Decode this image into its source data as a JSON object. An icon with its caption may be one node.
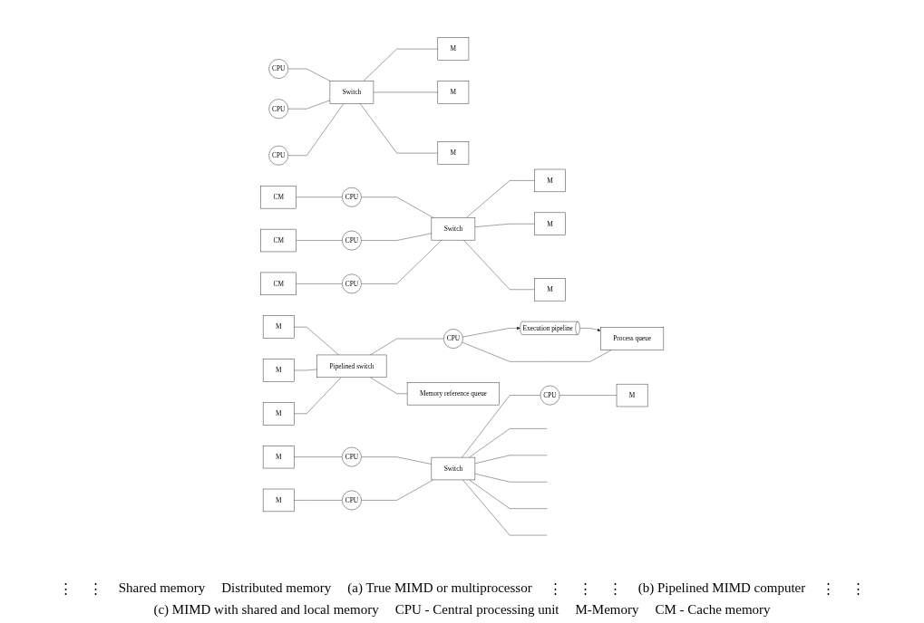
{
  "diagram": {
    "nodes": [
      {
        "text": [
          "CPU"
        ]
      },
      {
        "text": [
          "CPU"
        ]
      },
      {
        "text": [
          "CPU"
        ]
      },
      {
        "text": [
          "Switch"
        ]
      },
      {
        "text": [
          "M"
        ]
      },
      {
        "text": [
          "M"
        ]
      },
      {
        "text": [
          "M"
        ]
      },
      {
        "text": [
          "M"
        ]
      },
      {
        "text": [
          "CPU"
        ]
      },
      {
        "text": [
          "M"
        ]
      },
      {
        "text": [
          "CPU"
        ]
      },
      {
        "text": [
          "Switch"
        ]
      },
      {
        "text": [
          "CPU"
        ]
      },
      {
        "text": [
          "M"
        ]
      },
      {
        "text": [
          "M"
        ]
      },
      {
        "text": [
          "M"
        ]
      },
      {
        "text": [
          "M"
        ]
      },
      {
        "text": [
          "Pipelined switch"
        ]
      },
      {
        "text": [
          "CPU"
        ]
      },
      {
        "text": [
          "Execution pipeline"
        ]
      },
      {
        "text": [
          "Memory reference queue"
        ]
      },
      {
        "text": [
          "Process queue"
        ]
      },
      {
        "text": [
          "CM"
        ]
      },
      {
        "text": [
          "CM"
        ]
      },
      {
        "text": [
          "CM"
        ]
      },
      {
        "text": [
          "CPU"
        ]
      },
      {
        "text": [
          "CPU"
        ]
      },
      {
        "text": [
          "CPU"
        ]
      },
      {
        "text": [
          "Switch"
        ]
      },
      {
        "text": [
          "M"
        ]
      },
      {
        "text": [
          "M"
        ]
      },
      {
        "text": [
          "M"
        ]
      }
    ],
    "edges": [
      {
        "from": 0,
        "to": 3,
        "arrow": "none"
      },
      {
        "from": 1,
        "to": 3,
        "arrow": "none"
      },
      {
        "from": 2,
        "to": 3,
        "arrow": "none"
      },
      {
        "from": 3,
        "to": 4,
        "arrow": "none"
      },
      {
        "from": 3,
        "to": 5,
        "arrow": "none"
      },
      {
        "from": 3,
        "to": 6,
        "arrow": "none"
      },
      {
        "from": 7,
        "to": 8,
        "arrow": "none"
      },
      {
        "from": 8,
        "to": 11,
        "arrow": "none"
      },
      {
        "from": 9,
        "to": 10,
        "arrow": "none"
      },
      {
        "from": 10,
        "to": 11,
        "arrow": "none"
      },
      {
        "from": 11,
        "to": 12,
        "arrow": "none"
      },
      {
        "from": 12,
        "to": 13,
        "arrow": "none"
      },
      {
        "from": 11,
        "to": null,
        "arrow": "none"
      },
      {
        "from": 11,
        "to": null,
        "arrow": "none"
      },
      {
        "from": 11,
        "to": null,
        "arrow": "none"
      },
      {
        "from": 11,
        "to": null,
        "arrow": "none"
      },
      {
        "from": 11,
        "to": null,
        "arrow": "none"
      },
      {
        "from": 14,
        "to": 17,
        "arrow": "none"
      },
      {
        "from": 15,
        "to": 17,
        "arrow": "none"
      },
      {
        "from": 16,
        "to": 17,
        "arrow": "none"
      },
      {
        "from": 17,
        "to": 18,
        "arrow": "none"
      },
      {
        "from": 17,
        "to": 20,
        "arrow": "none"
      },
      {
        "from": 18,
        "to": 19,
        "arrow": "to"
      },
      {
        "from": 18,
        "to": 21,
        "arrow": "none"
      },
      {
        "from": 19,
        "to": 21,
        "arrow": "to"
      },
      {
        "from": 22,
        "to": 25,
        "arrow": "none"
      },
      {
        "from": 23,
        "to": 26,
        "arrow": "none"
      },
      {
        "from": 24,
        "to": 27,
        "arrow": "none"
      },
      {
        "from": 25,
        "to": 28,
        "arrow": "none"
      },
      {
        "from": 26,
        "to": 28,
        "arrow": "none"
      },
      {
        "from": 27,
        "to": 28,
        "arrow": "none"
      },
      {
        "from": 28,
        "to": 29,
        "arrow": "none"
      },
      {
        "from": 28,
        "to": 30,
        "arrow": "none"
      },
      {
        "from": 28,
        "to": 31,
        "arrow": "none"
      }
    ],
    "labels": [
      "⋮",
      "⋮",
      "Shared memory",
      "Distributed memory",
      "(a) True MIMD or multiprocessor",
      "⋮",
      "⋮",
      "⋮",
      "(b) Pipelined MIMD computer",
      "⋮",
      "⋮",
      "(c) MIMD with shared and local memory",
      "CPU - Central processing unit",
      "M-Memory",
      "CM - Cache memory"
    ]
  }
}
